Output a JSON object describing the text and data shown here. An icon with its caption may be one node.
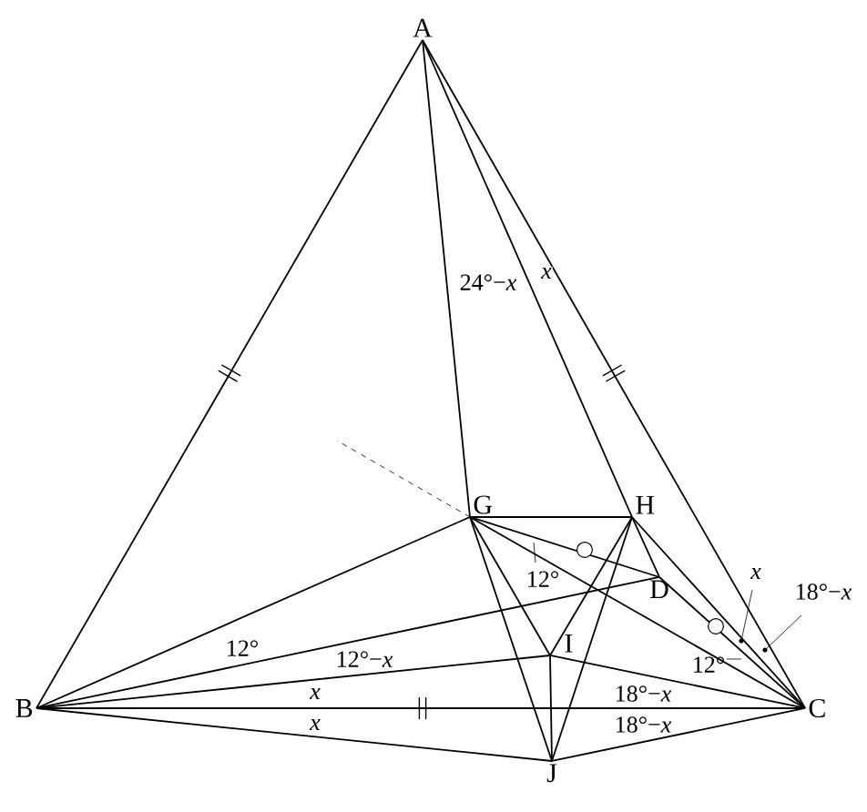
{
  "diagram": {
    "nodes": [
      {
        "text": [
          "A"
        ]
      },
      {
        "text": [
          "B"
        ]
      },
      {
        "text": [
          "C"
        ]
      },
      {
        "text": [
          "G"
        ]
      },
      {
        "text": [
          "H"
        ]
      },
      {
        "text": [
          "D"
        ]
      },
      {
        "text": [
          "I"
        ]
      },
      {
        "text": [
          "J"
        ]
      },
      {
        "text": [
          "12°"
        ]
      },
      {
        "text": [
          "*x*"
        ]
      },
      {
        "text": [
          "18°−*x*"
        ]
      },
      {
        "text": [
          "12°"
        ]
      },
      {
        "text": [],
        "shape": "circle"
      },
      {
        "text": [],
        "shape": "circle"
      }
    ],
    "edges": [
      {
        "from": 0,
        "to": 1,
        "arrow": "none"
      },
      {
        "from": 0,
        "to": 2,
        "arrow": "none"
      },
      {
        "from": 0,
        "to": 3,
        "arrow": "none"
      },
      {
        "from": 0,
        "to": 4,
        "arrow": "none"
      },
      {
        "from": 4,
        "to": 5,
        "arrow": "none"
      },
      {
        "from": 1,
        "to": 3,
        "arrow": "none"
      },
      {
        "from": 1,
        "to": 5,
        "arrow": "none"
      },
      {
        "from": 1,
        "to": 6,
        "arrow": "none"
      },
      {
        "from": 1,
        "to": 2,
        "arrow": "none"
      },
      {
        "from": 1,
        "to": 7,
        "arrow": "none"
      },
      {
        "from": 2,
        "to": 3,
        "arrow": "none"
      },
      {
        "from": 2,
        "to": 4,
        "arrow": "none"
      },
      {
        "from": 2,
        "to": 5,
        "arrow": "none"
      },
      {
        "from": 2,
        "to": 6,
        "arrow": "none"
      },
      {
        "from": 2,
        "to": 7,
        "arrow": "none"
      },
      {
        "from": 3,
        "to": 4,
        "arrow": "none"
      },
      {
        "from": 3,
        "to": 5,
        "arrow": "none"
      },
      {
        "from": 3,
        "to": 6,
        "arrow": "none"
      },
      {
        "from": 3,
        "to": 7,
        "arrow": "none"
      },
      {
        "from": 4,
        "to": 6,
        "arrow": "none"
      },
      {
        "from": 4,
        "to": 7,
        "arrow": "none"
      },
      {
        "from": 6,
        "to": 7,
        "arrow": "none"
      },
      {
        "from": 3,
        "to": null,
        "arrow": "none",
        "style": "dashed"
      },
      {
        "from": 8,
        "to": null,
        "arrow": "none"
      },
      {
        "from": 9,
        "to": 12,
        "arrow": "none"
      },
      {
        "from": 10,
        "to": 13,
        "arrow": "none"
      },
      {
        "from": 11,
        "to": null,
        "arrow": "none"
      }
    ],
    "labels": [
      "24°−*x*",
      "*x*",
      "12°",
      "12°−*x*",
      "*x*",
      "*x*",
      "18°−*x*",
      "18°−*x*"
    ]
  }
}
